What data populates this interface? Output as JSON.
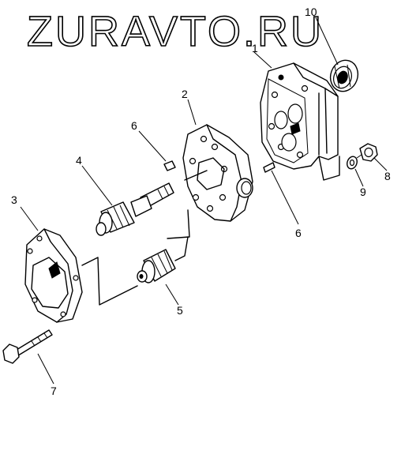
{
  "watermark": {
    "text": "ZURAVTO.RU"
  },
  "diagram": {
    "labels": {
      "housing": "1",
      "plate": "2",
      "cover": "3",
      "drive_gear": "4",
      "driven_gear": "5",
      "pin_left": "6",
      "pin_right": "6",
      "bolt": "7",
      "nut": "8",
      "washer": "9",
      "bearing": "10"
    }
  }
}
